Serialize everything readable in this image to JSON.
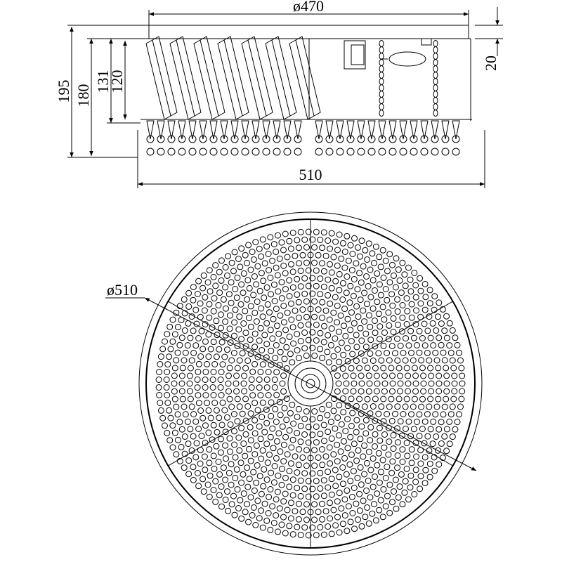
{
  "side_view": {
    "dim_diameter_top": "ø470",
    "dim_width_bottom": "510",
    "dim_h_195": "195",
    "dim_h_180": "180",
    "dim_h_131": "131",
    "dim_h_120": "120",
    "dim_canopy_20": "20"
  },
  "top_view": {
    "dim_diameter": "ø510"
  },
  "colors": {
    "line": "#000000",
    "background": "#ffffff"
  }
}
